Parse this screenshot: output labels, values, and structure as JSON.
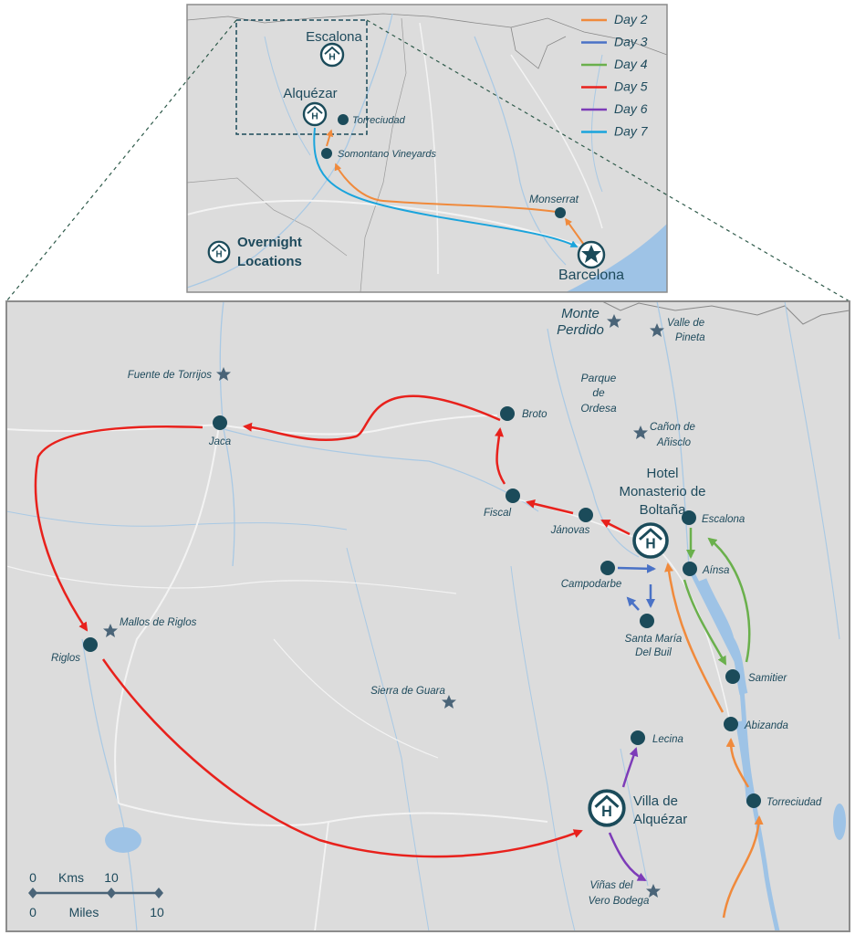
{
  "colors": {
    "land": "#dcdcdc",
    "river": "#a9c9e4",
    "road": "#f3f3f3",
    "sea": "#9ec3e6",
    "marker": "#1b4b5a",
    "label": "#1e4a5c",
    "day2": "#f08a3c",
    "day3": "#4a72c6",
    "day4": "#6ab04c",
    "day5": "#e8211c",
    "day6": "#7d3cb8",
    "day7": "#1aa4dc"
  },
  "inset": {
    "legend": [
      {
        "label": "Day 2",
        "color": "#f08a3c"
      },
      {
        "label": "Day 3",
        "color": "#4a72c6"
      },
      {
        "label": "Day 4",
        "color": "#6ab04c"
      },
      {
        "label": "Day 5",
        "color": "#e8211c"
      },
      {
        "label": "Day 6",
        "color": "#7d3cb8"
      },
      {
        "label": "Day 7",
        "color": "#1aa4dc"
      }
    ],
    "overnight_legend": [
      "Overnight",
      "Locations"
    ],
    "hotels": {
      "escalona": "Escalona",
      "alquezar": "Alquézar"
    },
    "places": {
      "torreciudad": "Torreciudad",
      "somontano": "Somontano Vineyards",
      "monserrat": "Monserrat",
      "barcelona": "Barcelona"
    }
  },
  "main": {
    "hotels": {
      "boltana": [
        "Hotel",
        "Monasterio de",
        "Boltaña"
      ],
      "alquezar": [
        "Villa de",
        "Alquézar"
      ]
    },
    "places": {
      "jaca": "Jaca",
      "broto": "Broto",
      "fiscal": "Fiscal",
      "janovas": "Jánovas",
      "escalona": "Escalona",
      "ainsa": "Aínsa",
      "campodarbe": "Campodarbe",
      "santa_maria": [
        "Santa María",
        "Del Buil"
      ],
      "samitier": "Samitier",
      "abizanda": "Abizanda",
      "lecina": "Lecina",
      "torreciudad": "Torreciudad",
      "riglos": "Riglos"
    },
    "attractions": {
      "monte_perdido": [
        "Monte",
        "Perdido"
      ],
      "valle_pineta": [
        "Valle de",
        "Pineta"
      ],
      "parque_ordesa": [
        "Parque",
        "de",
        "Ordesa"
      ],
      "canon_anisclo": [
        "Cañon de",
        "Añisclo"
      ],
      "fuente_torrijos": "Fuente de Torrijos",
      "mallos_riglos": "Mallos de Riglos",
      "sierra_guara": "Sierra de Guara",
      "vinas_vero": [
        "Viñas del",
        "Vero Bodega"
      ]
    },
    "scale": {
      "kms_zero": "0",
      "kms_label": "Kms",
      "kms_ten": "10",
      "miles_zero": "0",
      "miles_label": "Miles",
      "miles_ten": "10"
    }
  }
}
